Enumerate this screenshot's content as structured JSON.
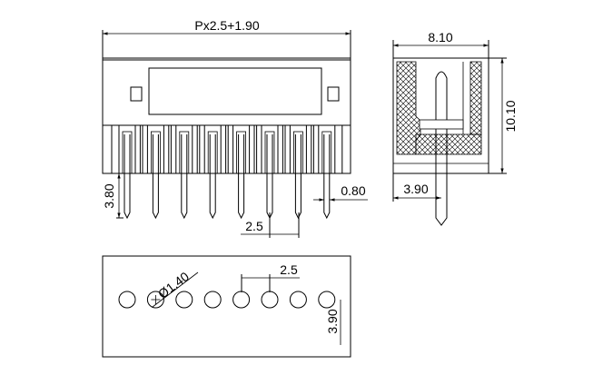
{
  "front_view": {
    "width_dim": "Px2.5+1.90",
    "pin_length_dim": "3.80",
    "pin_width_dim": "0.80",
    "pitch_dim": "2.5",
    "pin_count": 8
  },
  "side_view": {
    "depth_dim": "8.10",
    "height_dim": "10.10",
    "pin_offset_dim": "3.90"
  },
  "pcb_layout": {
    "hole_diameter_dim": "Ø1.40",
    "pitch_dim": "2.5",
    "row_offset_dim": "3.90",
    "hole_count": 8
  },
  "colors": {
    "line": "#000000",
    "background": "#ffffff"
  }
}
